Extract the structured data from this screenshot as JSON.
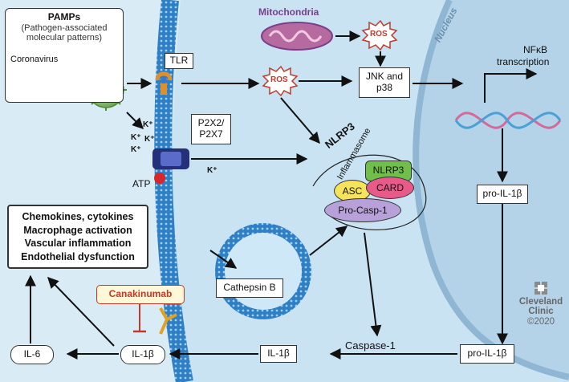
{
  "labels": {
    "pamps_title": "PAMPs",
    "pamps_sub1": "(Pathogen-associated",
    "pamps_sub2": "molecular patterns)",
    "coronavirus": "Coronavirus",
    "mitochondria": "Mitochondria",
    "ros_top": "ROS",
    "ros_mid": "ROS",
    "tlr": "TLR",
    "jnk1": "JNK and",
    "jnk2": "p38",
    "nucleus": "Nucleus",
    "nfkb1": "NFκB",
    "nfkb2": "transcription",
    "p2x_1": "P2X2/",
    "p2x_2": "P2X7",
    "k_plus": "K⁺",
    "atp": "ATP",
    "nlrp3_title": "NLRP3",
    "inflammasome_word": "Inflammasome",
    "nlrp3_box": "NLRP3",
    "asc": "ASC",
    "card": "CARD",
    "pro_casp": "Pro-Casp-1",
    "pro_il1b_mid": "pro-IL-1β",
    "pro_il1b_bottom": "pro-IL-1β",
    "cathepsin": "Cathepsin B",
    "caspase": "Caspase-1",
    "il1b_right": "IL-1β",
    "il1b_left": "IL-1β",
    "il6": "IL-6",
    "canakinumab": "Canakinumab",
    "effects": [
      "Chemokines, cytokines",
      "Macrophage activation",
      "Vascular inflammation",
      "Endothelial dysfunction"
    ],
    "logo_line1": "Cleveland",
    "logo_line2": "Clinic",
    "logo_year": "©2020"
  },
  "colors": {
    "background": "#d9ecf6",
    "membrane": "#3a8fd1",
    "ros_text": "#c0392b",
    "mitochondria": "#7a3e8a",
    "nlrp3": "#6fbf4a",
    "card": "#e85a8a",
    "asc": "#f5e35a",
    "pro_casp": "#b7a1d8",
    "canakinumab": "#c0392b"
  }
}
